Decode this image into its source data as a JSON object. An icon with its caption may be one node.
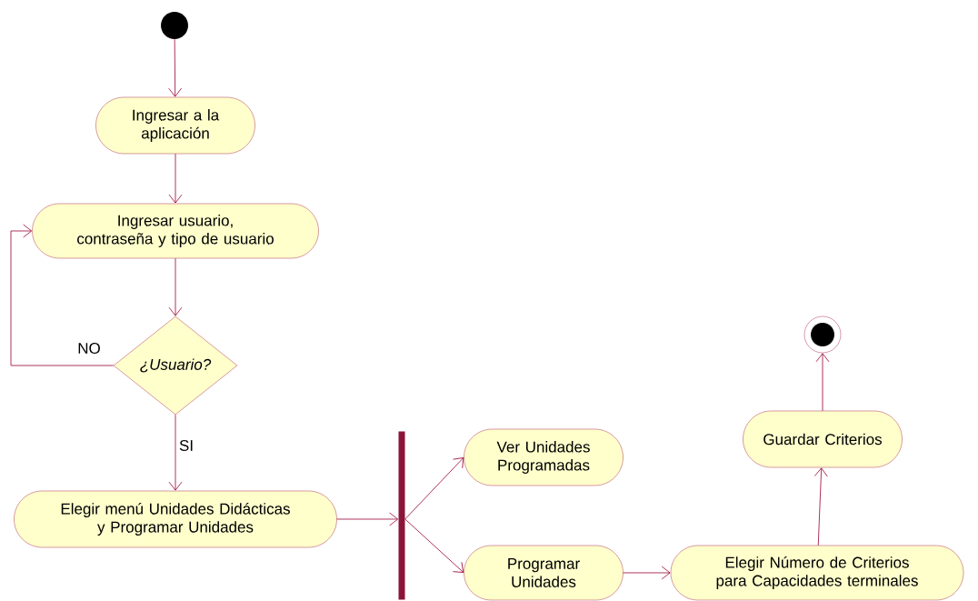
{
  "diagram": {
    "nodes": [
      {
        "text": [],
        "shape": "circle"
      },
      {
        "text": [
          "Ingresar a la aplicación"
        ]
      },
      {
        "text": [
          "Ingresar usuario, contraseña y tipo de usuario"
        ]
      },
      {
        "text": [
          "¿Usuario?"
        ]
      },
      {
        "text": [
          "Elegir menú Unidades Didácticas y Programar Unidades"
        ]
      },
      {
        "text": [],
        "shape": "bar"
      },
      {
        "text": [
          "Ver Unidades Programadas"
        ]
      },
      {
        "text": [
          "Programar Unidades"
        ]
      },
      {
        "text": [
          "Elegir Número de Criterios para Capacidades terminales"
        ]
      },
      {
        "text": [
          "Guardar Criterios"
        ]
      },
      {
        "text": [],
        "shape": "circle"
      }
    ],
    "edges": [
      {
        "from": 0,
        "to": 1,
        "arrow": "to"
      },
      {
        "from": 1,
        "to": 2,
        "arrow": "to"
      },
      {
        "from": 2,
        "to": 3,
        "arrow": "to"
      },
      {
        "from": 3,
        "to": 2,
        "arrow": "to",
        "label": "NO"
      },
      {
        "from": 3,
        "to": 4,
        "arrow": "to",
        "label": "SI"
      },
      {
        "from": 4,
        "to": 5,
        "arrow": "to"
      },
      {
        "from": 5,
        "to": 6,
        "arrow": "to"
      },
      {
        "from": 5,
        "to": 7,
        "arrow": "to"
      },
      {
        "from": 7,
        "to": 8,
        "arrow": "to"
      },
      {
        "from": 8,
        "to": 9,
        "arrow": "to"
      },
      {
        "from": 9,
        "to": 10,
        "arrow": "to"
      }
    ]
  }
}
